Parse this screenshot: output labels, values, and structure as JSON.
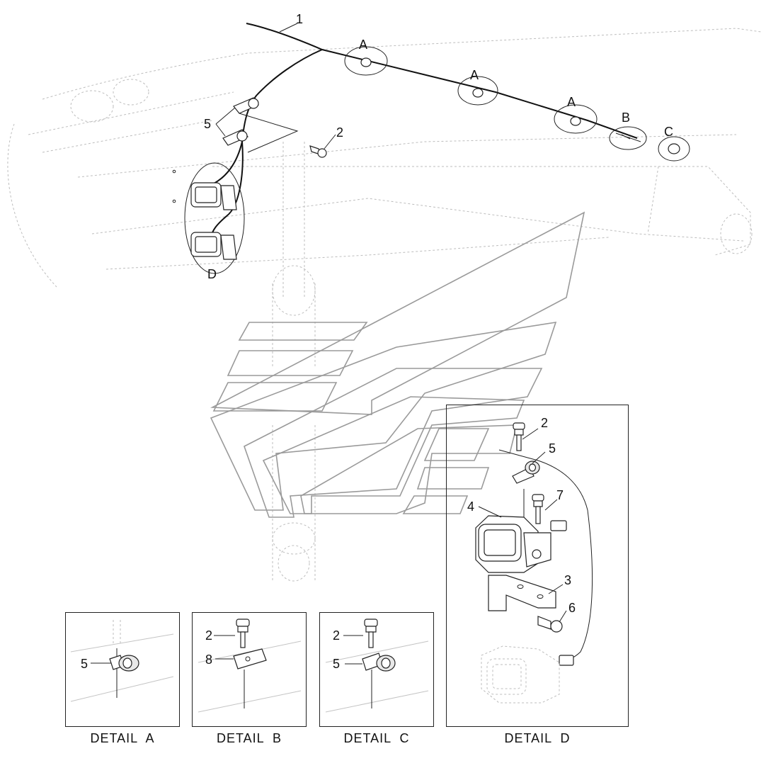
{
  "callouts": {
    "harness": "1",
    "bolt": "2",
    "clamp": "5",
    "detail_a_1": "A",
    "detail_a_2": "A",
    "detail_a_3": "A",
    "detail_b": "B",
    "detail_c": "C",
    "detail_d": "D"
  },
  "detail_a": {
    "caption": "DETAIL  A",
    "clamp": "5"
  },
  "detail_b": {
    "caption": "DETAIL  B",
    "bolt": "2",
    "bracket": "8"
  },
  "detail_c": {
    "caption": "DETAIL  C",
    "bolt": "2",
    "clamp": "5"
  },
  "detail_d": {
    "caption": "DETAIL  D",
    "bolt": "2",
    "clamp": "5",
    "screw": "7",
    "lamp": "4",
    "bracket": "3",
    "nut": "6"
  },
  "colors": {
    "line": "#111111",
    "ghost": "#bdbdbd",
    "logo": "#9a9a9a",
    "background": "#ffffff"
  }
}
